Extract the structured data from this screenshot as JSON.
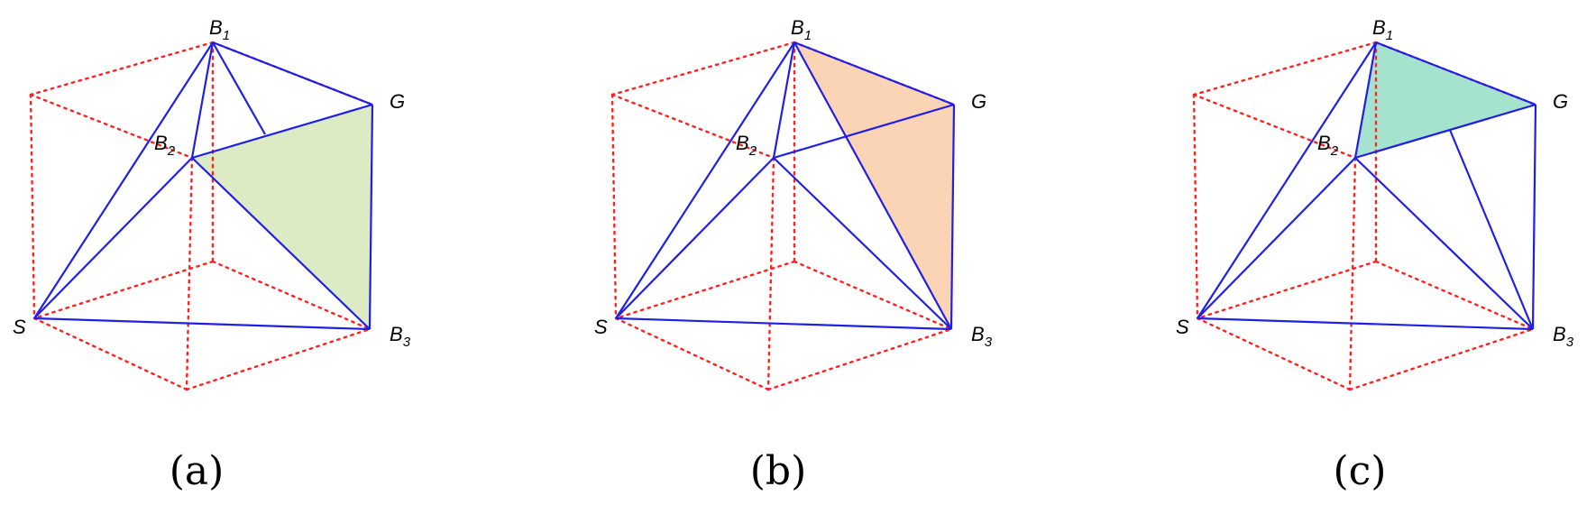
{
  "panels": [
    {
      "caption": "(a)",
      "shaded_face": [
        "B2",
        "G",
        "B3"
      ],
      "shade_color": "#dcebc4",
      "labels": {
        "B1": "B",
        "B1_sub": "1",
        "B2": "B",
        "B2_sub": "2",
        "B3": "B",
        "B3_sub": "3",
        "G": "G",
        "S": "S"
      }
    },
    {
      "caption": "(b)",
      "shaded_face": [
        "B1",
        "G",
        "B3"
      ],
      "shade_color": "#fbd3b5",
      "labels": {
        "B1": "B",
        "B1_sub": "1",
        "B2": "B",
        "B2_sub": "2",
        "B3": "B",
        "B3_sub": "3",
        "G": "G",
        "S": "S"
      }
    },
    {
      "caption": "(c)",
      "shaded_face": [
        "B1",
        "B2",
        "G"
      ],
      "shade_color": "#a6e3cf",
      "labels": {
        "B1": "B",
        "B1_sub": "1",
        "B2": "B",
        "B2_sub": "2",
        "B3": "B",
        "B3_sub": "3",
        "G": "G",
        "S": "S"
      }
    }
  ],
  "colors": {
    "cube_dashed": "#ff2020",
    "simplex_edges": "#1f1fe6"
  }
}
